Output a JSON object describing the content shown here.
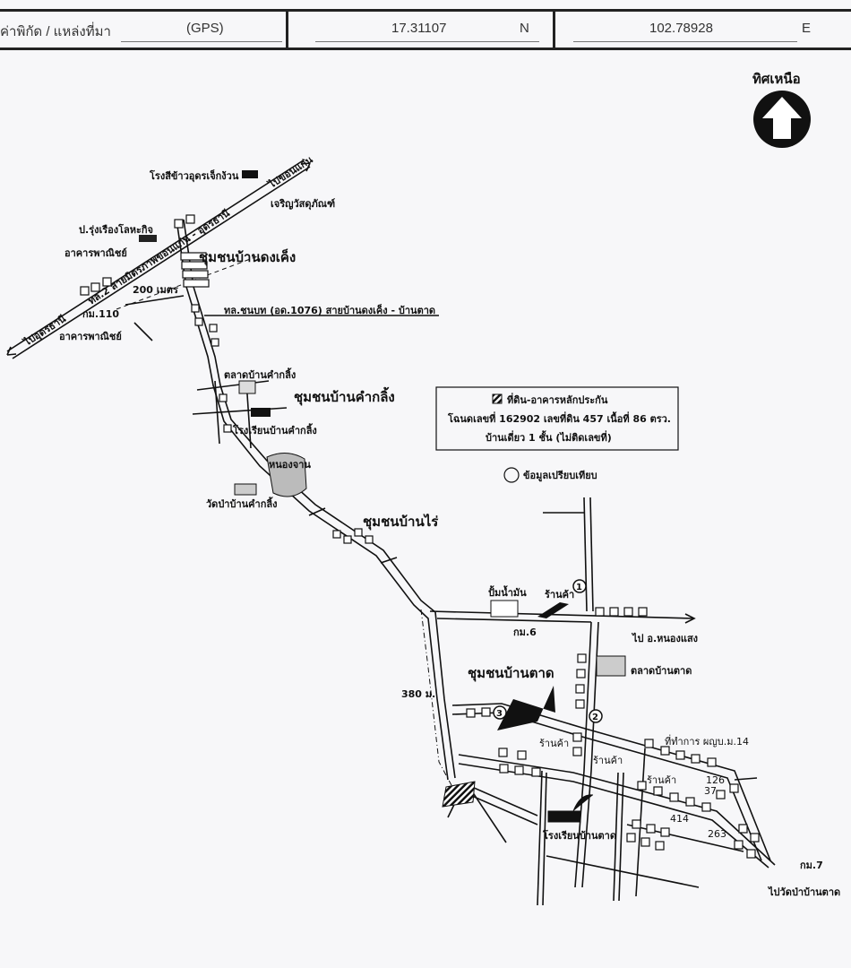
{
  "header": {
    "coord_label": "ค่าพิกัด / แหล่งที่มา",
    "source": "(GPS)",
    "latitude": "17.31107",
    "lat_unit": "N",
    "longitude": "102.78928",
    "lon_unit": "E"
  },
  "north": {
    "label": "ทิศเหนือ",
    "icon": "north-arrow-icon"
  },
  "legend": {
    "collateral": "ที่ดิน-อาคารหลักประกัน",
    "deed": "โฉนดเลขที่ 162902 เลขที่ดิน 457 เนื้อที่ 86 ตรว.",
    "building": "บ้านเดี่ยว 1 ชั้น (ไม่ติดเลขที่)",
    "comparable": "ข้อมูลเปรียบเทียบ"
  },
  "highway": {
    "to_udon": "ไปอุดรธานี",
    "name": "ทล.2 สายมิตรภาพขอนแก่น - อุดรธานี",
    "to_khonkaen": "ไปขอนแก่น"
  },
  "labels": {
    "rice_mill": "โรงสีข้าวอุดรเจ็กง้วน",
    "charoen": "เจริญวัสดุภัณฑ์",
    "rungrueang": "ป.รุ่งเรืองโลหะกิจ",
    "commercial1": "อาคารพาณิชย์",
    "dongkheng": "ชุมชนบ้านดงเค็ง",
    "distance200": "200 เมตร",
    "km110": "กม.110",
    "rural_road": "ทล.ชนบท (อด.1076) สายบ้านดงเค็ง - บ้านตาด",
    "commercial2": "อาคารพาณิชย์",
    "khamkling_market": "ตลาดบ้านคำกลิ้ง",
    "khamkling": "ชุมชนบ้านคำกลิ้ง",
    "khamkling_school": "โรงเรียนบ้านคำกลิ้ง",
    "pond": "หนองจาน",
    "khamkling_temple": "วัดป่าบ้านคำกลิ้ง",
    "banrai": "ชุมชนบ้านไร่",
    "gas_station": "ปั้มน้ำมัน",
    "shop1": "ร้านค้า",
    "km6": "กม.6",
    "to_nongsaeng": "ไป อ.หนองแสง",
    "bantat": "ชุมชนบ้านตาด",
    "bantat_market": "ตลาดบ้านตาด",
    "dist380": "380 ม.",
    "shop2": "ร้านค้า",
    "village_office": "ที่ทำการ ผญบ.ม.14",
    "shop3": "ร้านค้า",
    "shop4": "ร้านค้า",
    "no126": "126",
    "no37": "37",
    "no414": "414",
    "no263": "263",
    "bantat_school": "โรงเรียนบ้านตาด",
    "km7": "กม.7",
    "to_temple": "ไปวัดป่าบ้านตาด"
  },
  "markers": {
    "m1": "1",
    "m2": "2",
    "m3": "3"
  }
}
